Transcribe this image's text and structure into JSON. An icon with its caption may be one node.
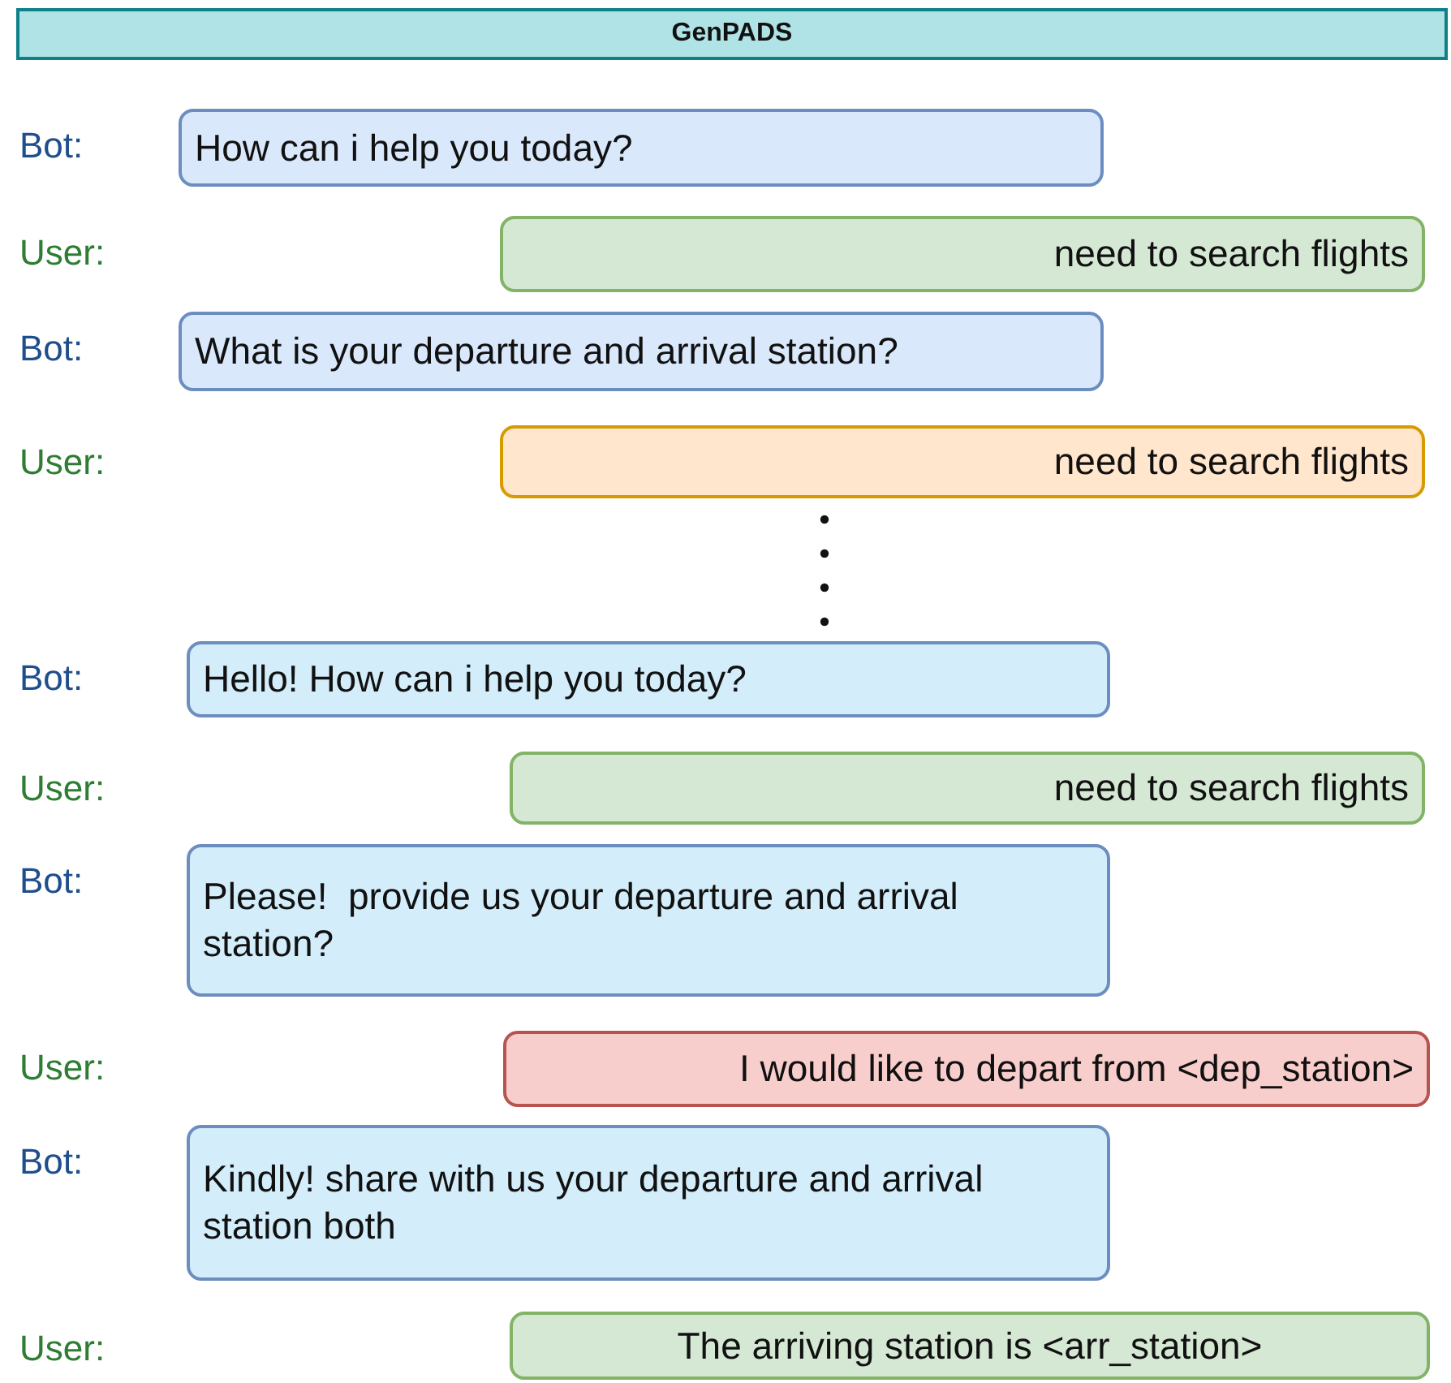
{
  "diagram": {
    "nodes": [
      {
        "text": [
          "GenPADS"
        ]
      },
      {
        "text": [
          "How can i help you today?"
        ]
      },
      {
        "text": [
          "need to search flights"
        ]
      },
      {
        "text": [
          "What is your departure and arrival station?"
        ]
      },
      {
        "text": [
          "need to search flights"
        ]
      },
      {
        "text": [
          "Hello! How can i help you today?"
        ]
      },
      {
        "text": [
          "need to search flights"
        ]
      },
      {
        "text": [
          "Please!  provide us your departure and arrival station?"
        ]
      },
      {
        "text": [
          "I would like to depart from <dep_station>"
        ]
      },
      {
        "text": [
          "Kindly! share with us your departure and arrival station both"
        ]
      },
      {
        "text": [
          "The arriving station is <arr_station>"
        ]
      }
    ],
    "labels": [
      "Bot:",
      "User:",
      "Bot:",
      "User:",
      "Bot:",
      "User:",
      "Bot:",
      "User:",
      "Bot:",
      "User:"
    ]
  }
}
